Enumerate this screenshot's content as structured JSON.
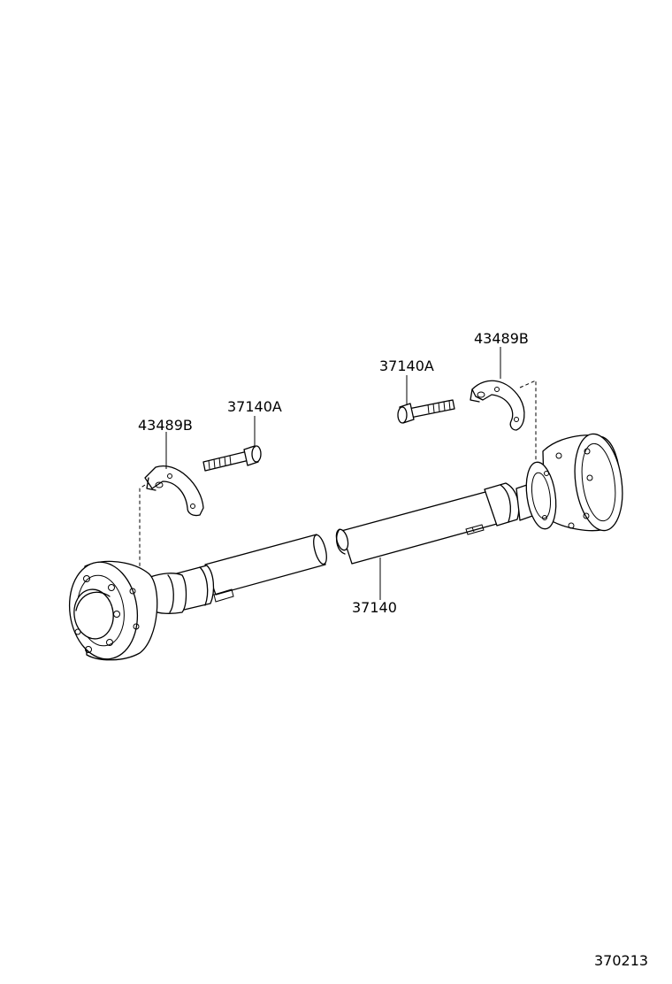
{
  "callouts": {
    "left_bracket": "43489B",
    "left_bolt": "37140A",
    "right_bolt": "37140A",
    "right_bracket": "43489B",
    "shaft": "37140"
  },
  "diagram_code": "370213"
}
